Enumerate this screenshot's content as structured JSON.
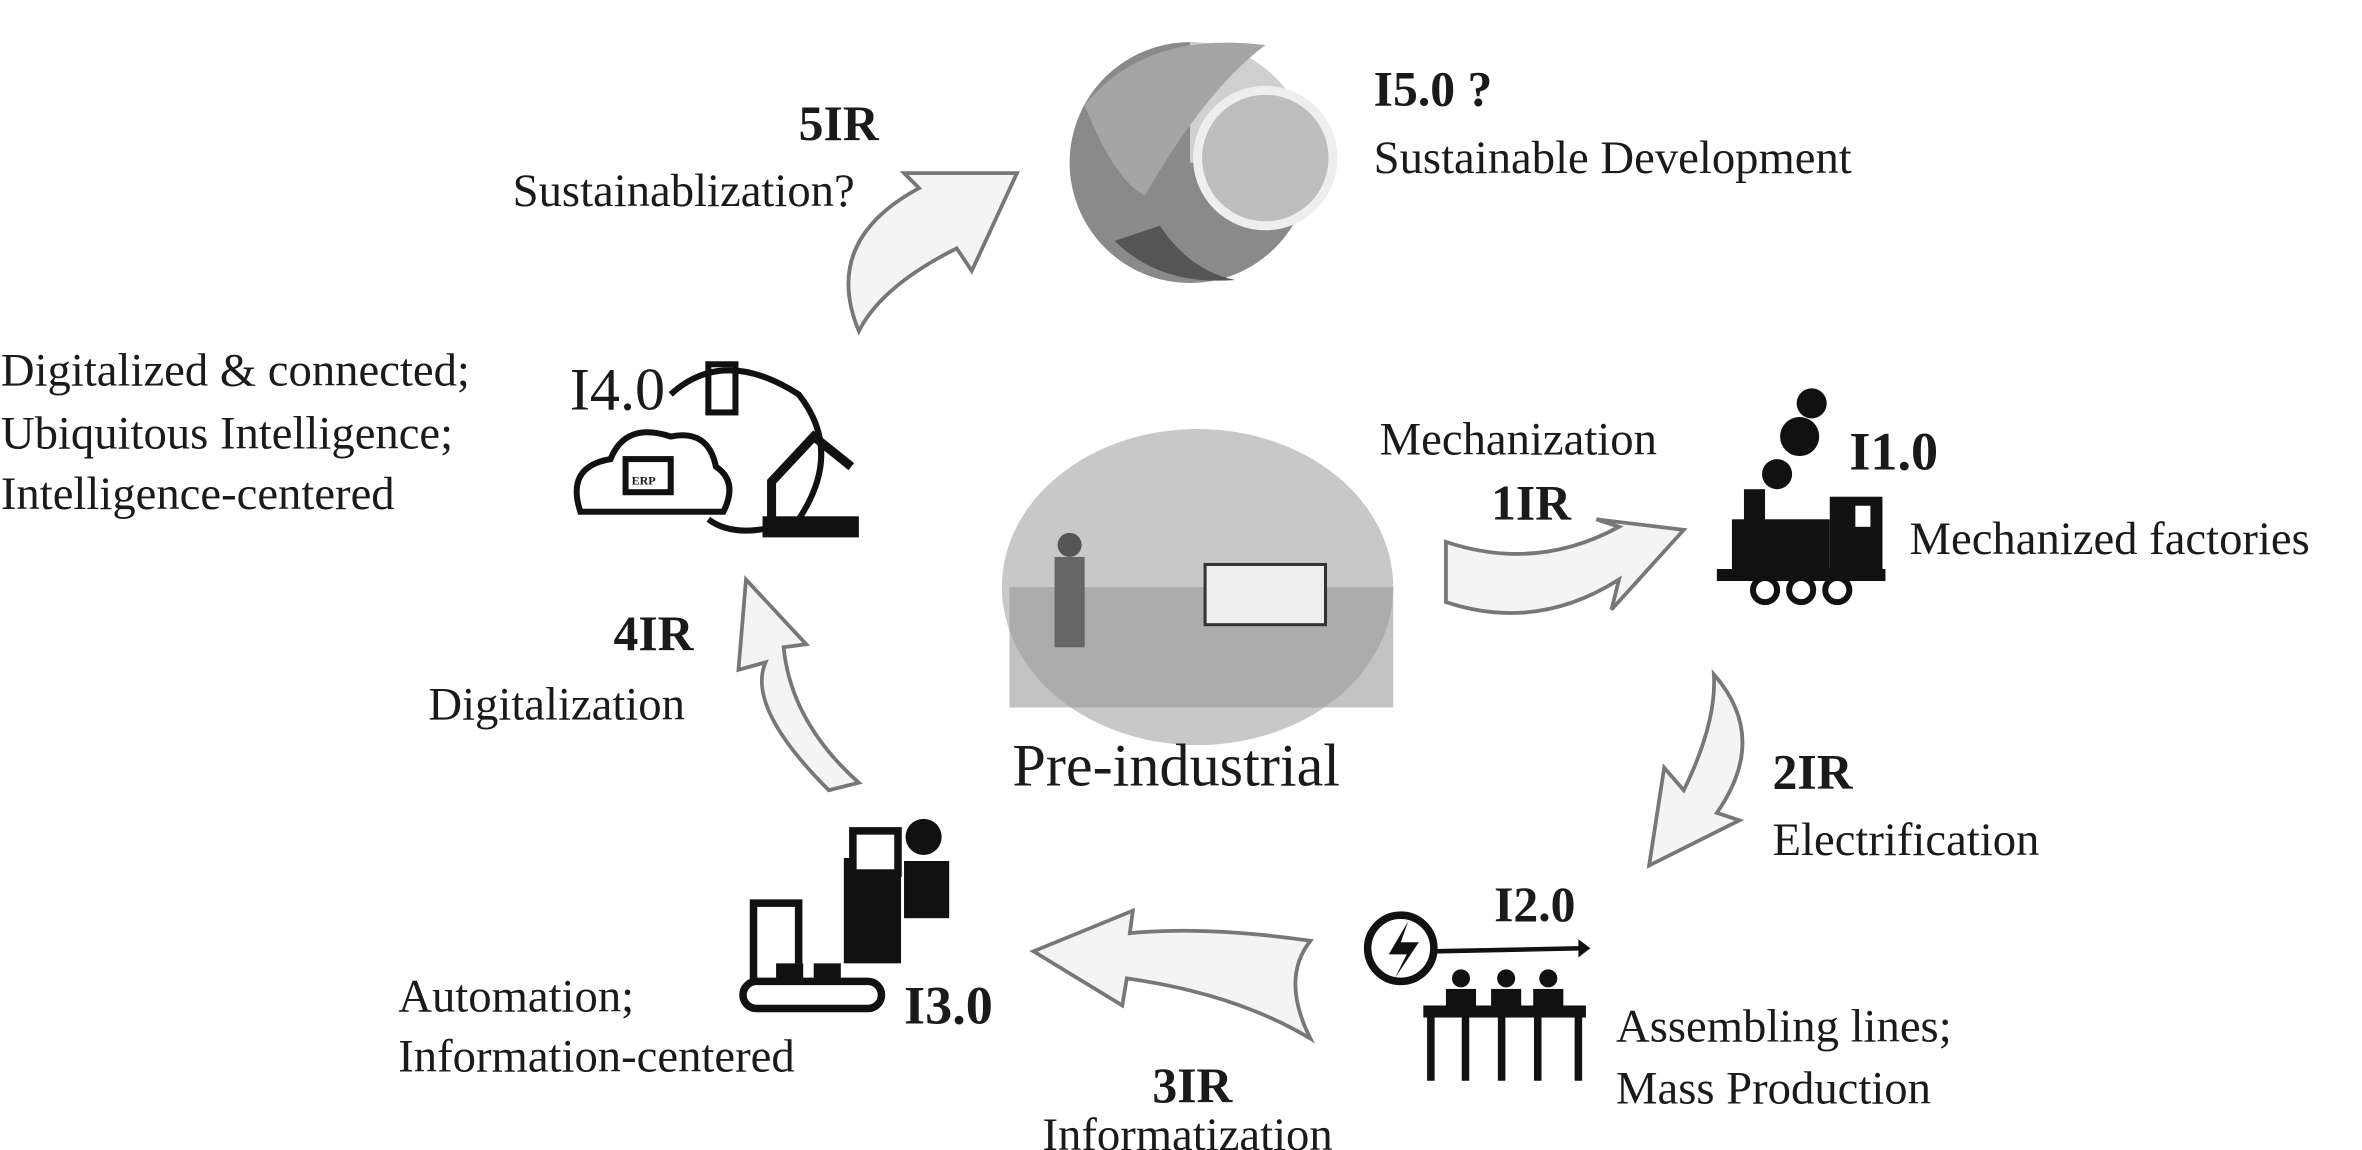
{
  "center": {
    "label": "Pre-industrial"
  },
  "stages": {
    "i1": {
      "name": "I1.0",
      "desc": "Mechanized factories"
    },
    "i2": {
      "name": "I2.0",
      "desc": [
        "Assembling lines;",
        "Mass Production"
      ]
    },
    "i3": {
      "name": "I3.0",
      "desc": [
        "Automation;",
        "Information-centered"
      ]
    },
    "i4": {
      "name": "I4.0",
      "desc": [
        "Digitalized & connected;",
        "Ubiquitous Intelligence;",
        "Intelligence-centered"
      ],
      "erp_label": "ERP"
    },
    "i5": {
      "name": "I5.0 ?",
      "desc": "Sustainable Development"
    }
  },
  "revolutions": {
    "r1": {
      "name": "1IR",
      "label": "Mechanization"
    },
    "r2": {
      "name": "2IR",
      "label": "Electrification"
    },
    "r3": {
      "name": "3IR",
      "label": "Informatization"
    },
    "r4": {
      "name": "4IR",
      "label": "Digitalization"
    },
    "r5": {
      "name": "5IR",
      "label": "Sustainablization?"
    }
  }
}
